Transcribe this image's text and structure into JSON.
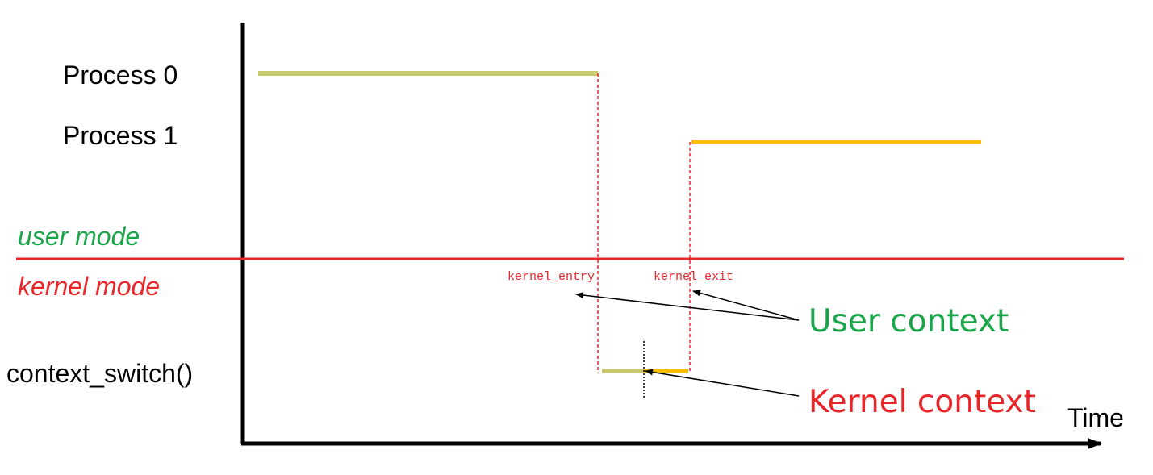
{
  "labels": {
    "process_0": "Process 0",
    "process_1": "Process 1",
    "user_mode": "user mode",
    "kernel_mode": "kernel mode",
    "context_switch": "context_switch()",
    "kernel_entry": "kernel_entry",
    "kernel_exit": "kernel_exit",
    "user_context": "User context",
    "kernel_context": "Kernel context",
    "time": "Time"
  },
  "colors": {
    "process_0": "#c8c86e",
    "process_1": "#f5c000",
    "mode_line": "#e8262a",
    "user_mode_text": "#1aa54b",
    "kernel_mode_text": "#e8262a",
    "axis": "#000000"
  }
}
